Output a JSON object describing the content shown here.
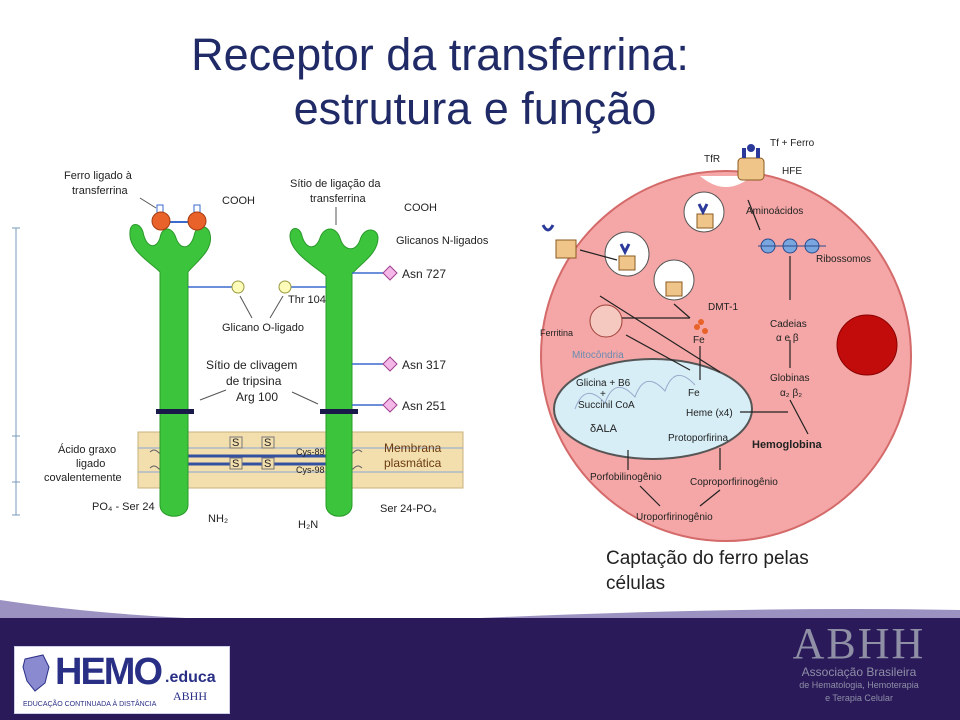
{
  "title": {
    "line1": "Receptor da transferrina:",
    "line2": "estrutura e função"
  },
  "left_diagram": {
    "ferro_ligado_line1": "Ferro ligado à",
    "ferro_ligado_line2": "transferrina",
    "cooh_left": "COOH",
    "cooh_right": "COOH",
    "sitio_ligacao_line1": "Sítio de ligação da",
    "sitio_ligacao_line2": "transferrina",
    "glicanos_n": "Glicanos N-ligados",
    "asn727": "Asn 727",
    "thr104": "Thr 104",
    "glicano_o": "Glicano O-ligado",
    "sitio_clivagem_line1": "Sítio de clivagem",
    "sitio_clivagem_line2": "de tripsina",
    "arg100": "Arg 100",
    "asn317": "Asn 317",
    "asn251": "Asn 251",
    "acido_graxo_line1": "Ácido graxo",
    "acido_graxo_line2": "ligado",
    "acido_graxo_line3": "covalentemente",
    "membrana_line1": "Membrana",
    "membrana_line2": "plasmática",
    "cys89": "Cys-89",
    "cys98": "Cys-98",
    "s": "S",
    "po4_ser24": "PO₄ - Ser 24",
    "nh2": "NH₂",
    "h2n": "H₂N",
    "ser24_po4": "Ser 24-PO₄"
  },
  "right_diagram": {
    "tf_ferro": "Tf + Ferro",
    "tfr": "TfR",
    "hfe": "HFE",
    "aminoacidos": "Aminoácidos",
    "ribossomos": "Ribossomos",
    "dmt1": "DMT-1",
    "ferritina": "Ferritina",
    "fe1": "Fe",
    "fe2": "Fe",
    "mitocondria": "Mitocôndria",
    "glicina_b6": "Glicina + B6",
    "plus": "+",
    "succinil_coa": "Succinil CoA",
    "dala": "δALA",
    "heme_x4": "Heme (x4)",
    "protoporfirina": "Protoporfirina",
    "cadeias": "Cadeias",
    "alpha_beta": "α e β",
    "globinas": "Globinas",
    "alpha2_beta2": "α₂ β₂",
    "hemoglobina": "Hemoglobina",
    "porfobilinogenio": "Porfobilinogênio",
    "coproporfirinogenio": "Coproporfirinogênio",
    "uroporfirinogenio": "Uroporfirinogênio"
  },
  "caption": {
    "line1": "Captação do ferro pelas",
    "line2": "células"
  },
  "footer": {
    "logo_hemo": "HEMO",
    "logo_educa": ".educa",
    "logo_abhh_small": "ABHH",
    "logo_tagline": "EDUCAÇÃO CONTINUADA À DISTÂNCIA",
    "logo_abhh": "ABHH",
    "assoc_line1": "Associação Brasileira",
    "assoc_line2": "de Hematologia, Hemoterapia",
    "assoc_line3": "e Terapia Celular"
  },
  "colors": {
    "title": "#1f2a66",
    "receptor_green": "#3cc43c",
    "membrane": "#f3dfae",
    "cell": "#f4a7a6",
    "mitochondria": "#d7eef7",
    "footer": "#2a1a5a"
  }
}
